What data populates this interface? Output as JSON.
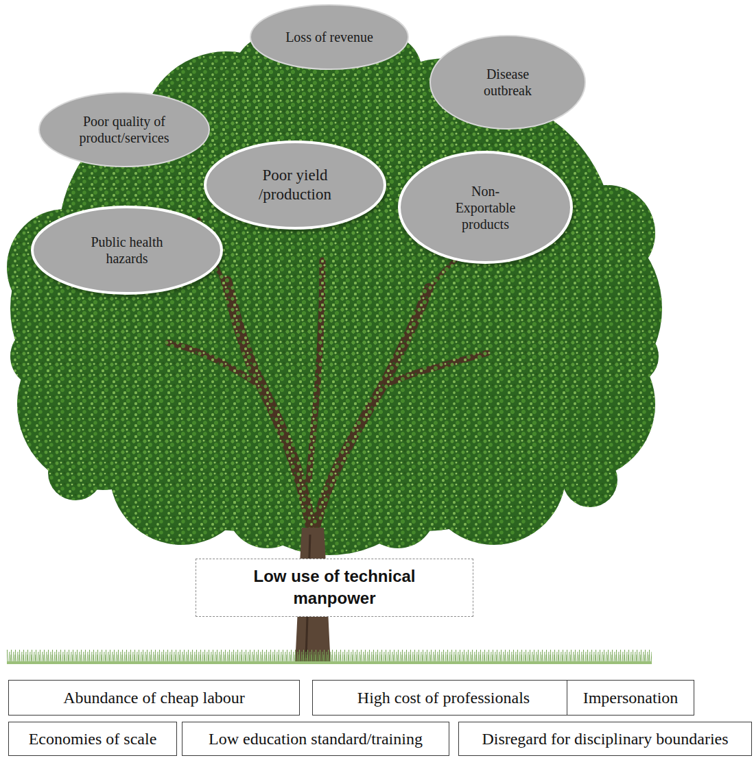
{
  "diagram": {
    "nodes": [
      {
        "text": [
          "Loss of revenue"
        ]
      },
      {
        "text": [
          "Disease outbreak"
        ]
      },
      {
        "text": [
          "Poor quality of product/services"
        ]
      },
      {
        "text": [
          "Poor yield /production"
        ]
      },
      {
        "text": [
          "Non- Exportable products"
        ]
      },
      {
        "text": [
          "Public health hazards"
        ]
      },
      {
        "text": [
          "Low use of technical manpower"
        ]
      },
      {
        "text": [
          "Abundance of cheap labour"
        ]
      },
      {
        "text": [
          "High cost of professionals"
        ]
      },
      {
        "text": [
          "Impersonation"
        ]
      },
      {
        "text": [
          "Economies of scale"
        ]
      },
      {
        "text": [
          "Low education standard/training"
        ]
      },
      {
        "text": [
          "Disregard for disciplinary boundaries"
        ]
      }
    ]
  }
}
